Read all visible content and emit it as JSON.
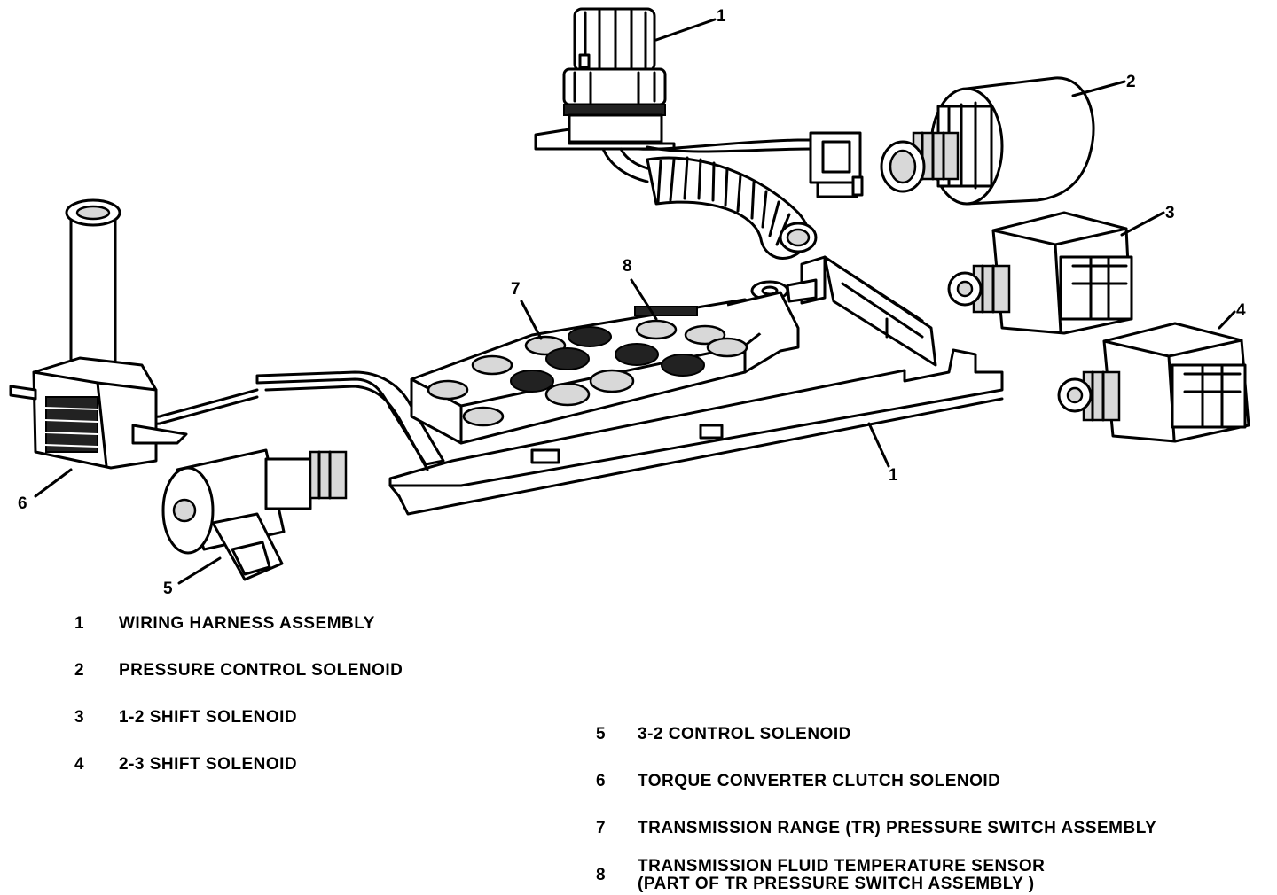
{
  "callouts": [
    "1",
    "2",
    "3",
    "4",
    "1",
    "5",
    "6",
    "7",
    "8"
  ],
  "legend": [
    {
      "num": "1",
      "label": "WIRING HARNESS ASSEMBLY"
    },
    {
      "num": "2",
      "label": "PRESSURE CONTROL SOLENOID"
    },
    {
      "num": "3",
      "label": "1-2 SHIFT SOLENOID"
    },
    {
      "num": "4",
      "label": "2-3 SHIFT SOLENOID"
    },
    {
      "num": "5",
      "label": "3-2 CONTROL SOLENOID"
    },
    {
      "num": "6",
      "label": "TORQUE CONVERTER CLUTCH SOLENOID"
    },
    {
      "num": "7",
      "label": "TRANSMISSION RANGE (TR) PRESSURE SWITCH ASSEMBLY"
    },
    {
      "num": "8",
      "label": "TRANSMISSION FLUID TEMPERATURE SENSOR",
      "label2": "(PART OF TR PRESSURE SWITCH ASSEMBLY )"
    }
  ]
}
